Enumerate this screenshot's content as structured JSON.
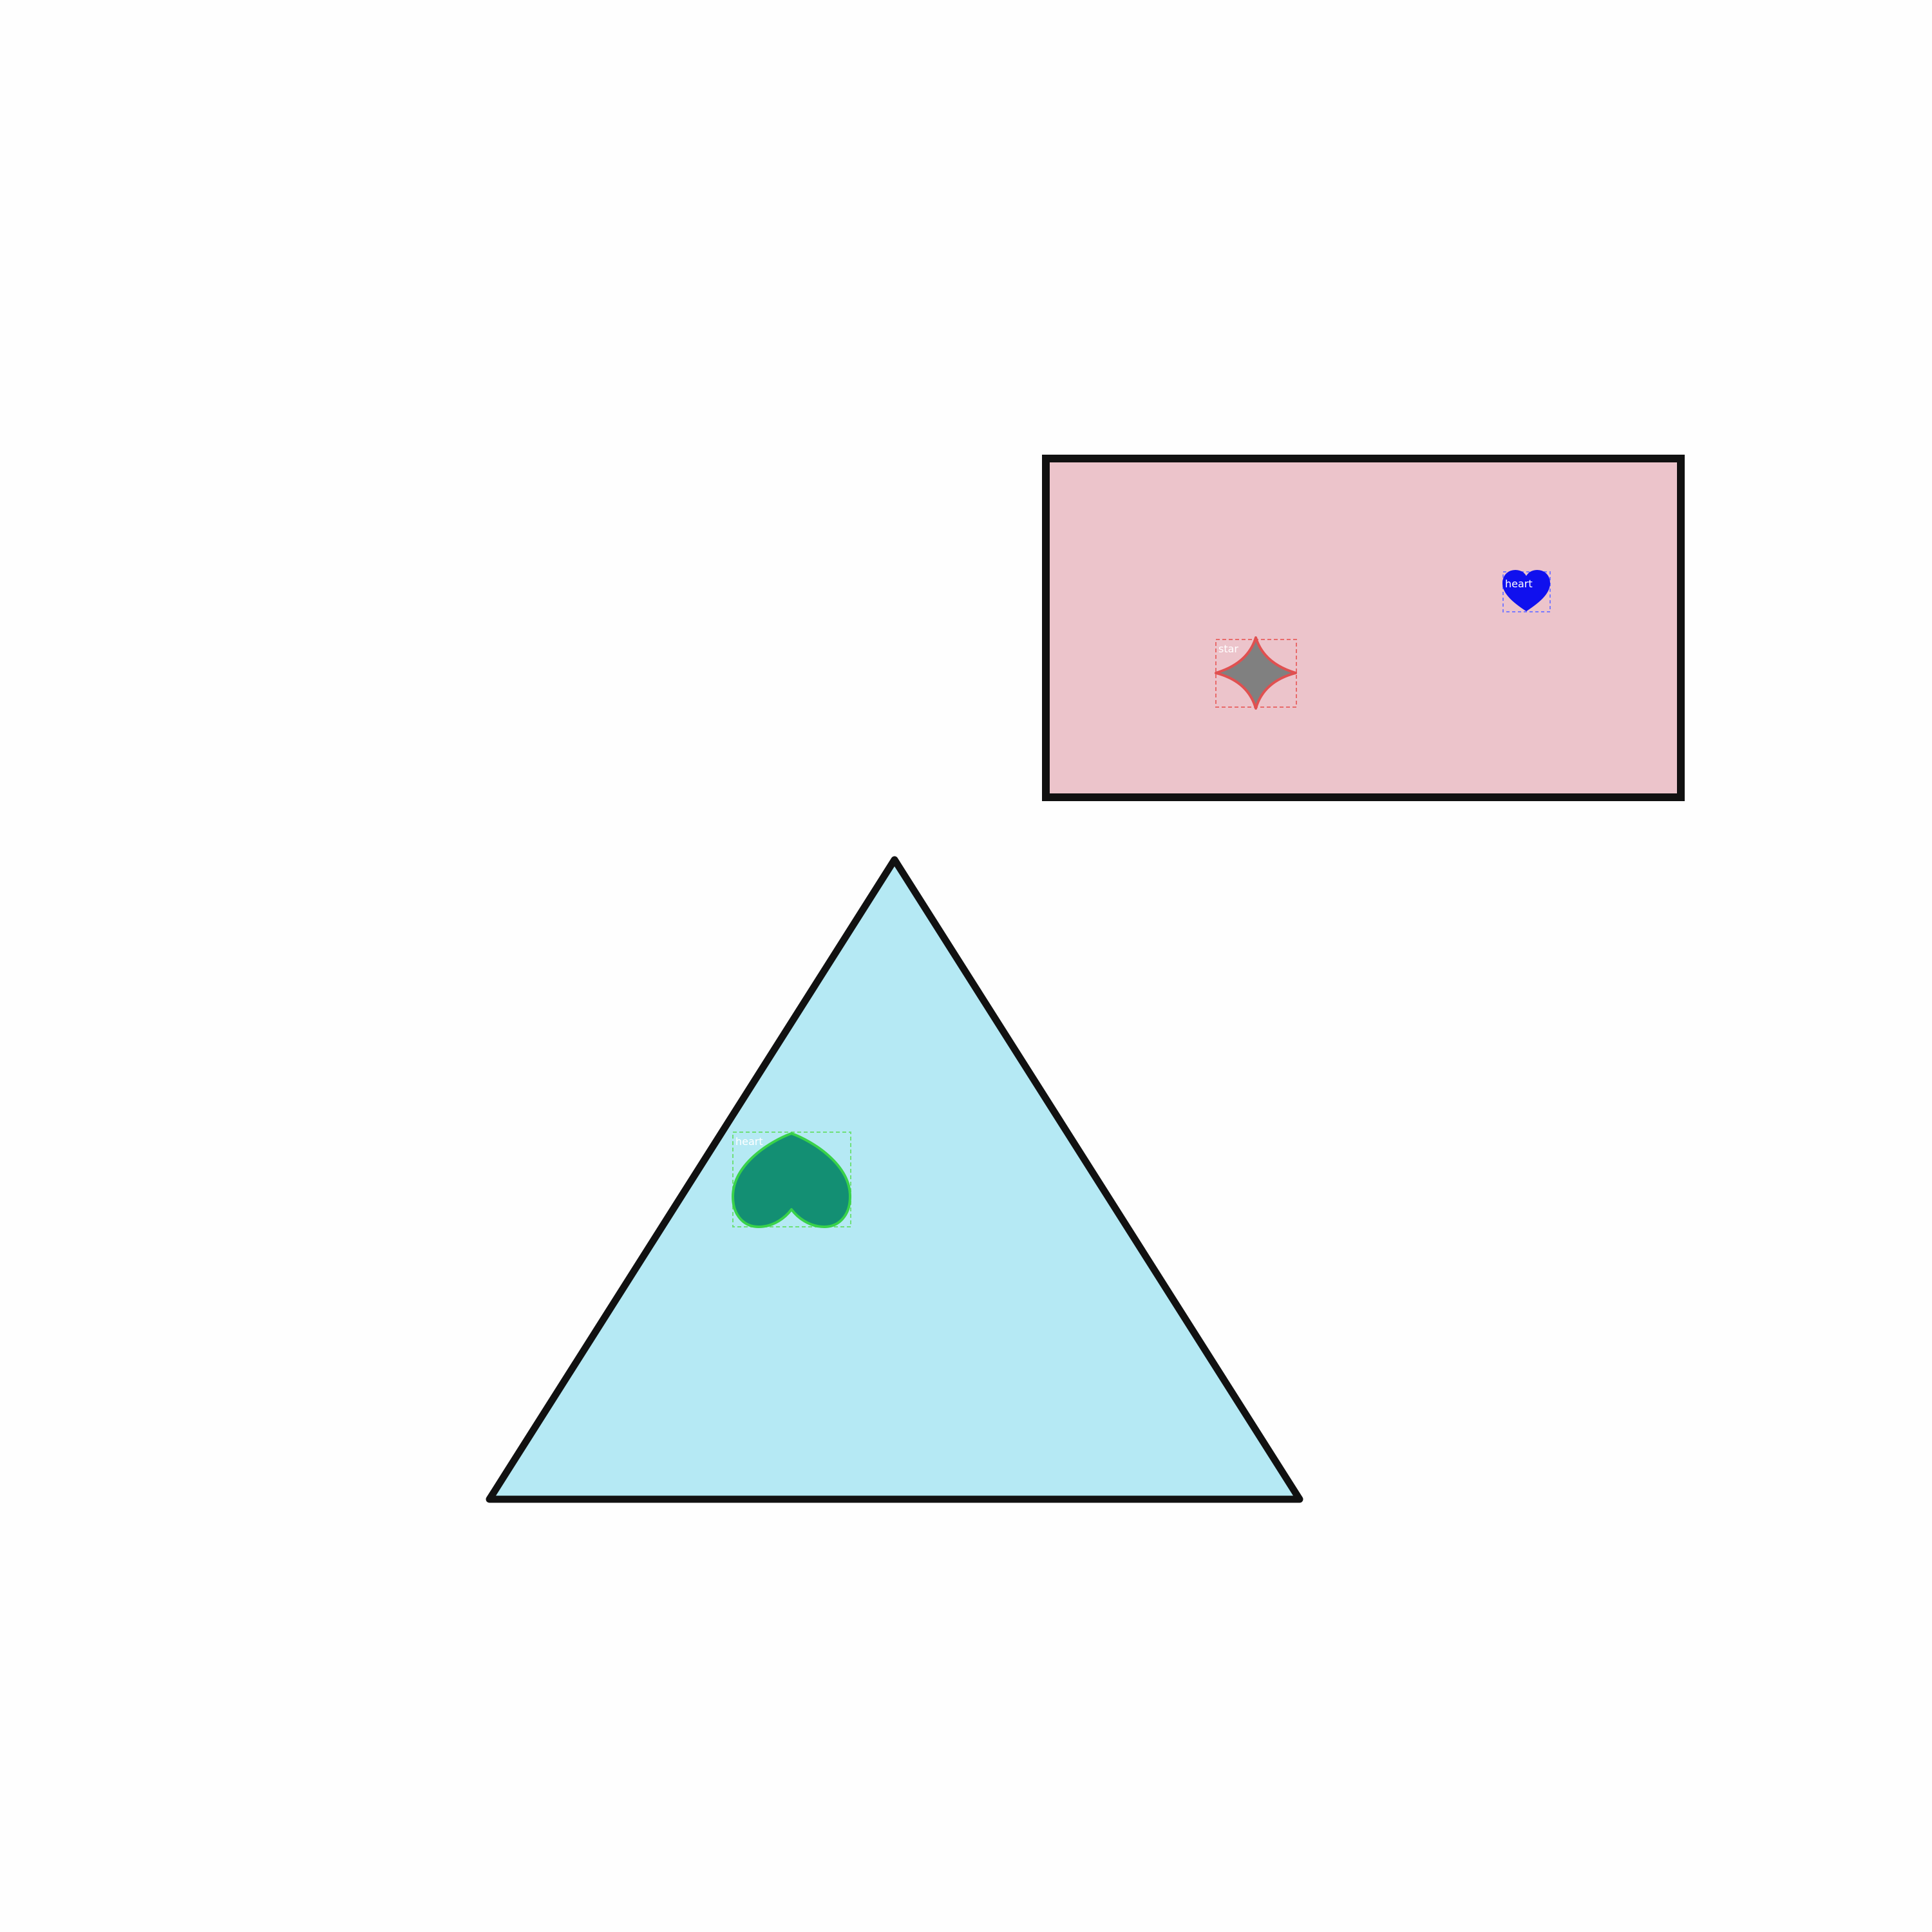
{
  "colors": {
    "background": "#fefefe",
    "outline": "#111111",
    "rectangle_fill": "#ecc4cb",
    "triangle_fill": "#b5e9f4",
    "star_fill": "#808080",
    "star_stroke": "#e05050",
    "star_box": "#e86a6a",
    "blue_heart_fill": "#1010ee",
    "blue_heart_box": "#7a7aff",
    "green_heart_fill": "#138f73",
    "green_heart_stroke": "#39d24a",
    "green_heart_box": "#6fe07a"
  },
  "labels": {
    "star": "star",
    "blue_heart": "heart",
    "green_heart": "heart"
  }
}
